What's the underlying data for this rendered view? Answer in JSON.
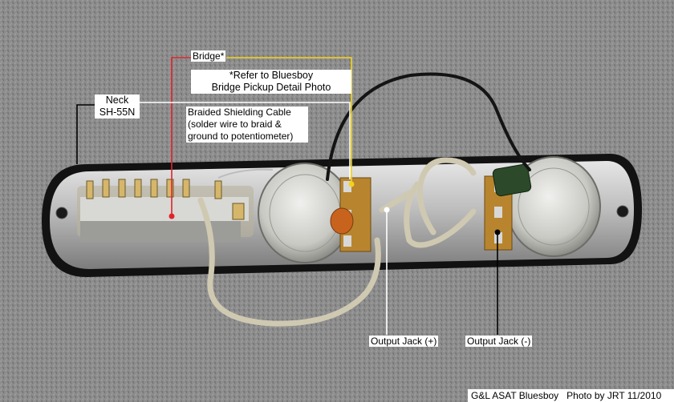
{
  "labels": {
    "bridge": "Bridge*",
    "refer_line1": "*Refer to Bluesboy",
    "refer_line2": "Bridge Pickup Detail Photo",
    "neck_line1": "Neck",
    "neck_line2": "SH-55N",
    "braided_line1": "Braided Shielding Cable",
    "braided_line2": "(solder wire to braid &",
    "braided_line3": "ground to potentiometer)",
    "output_jack_positive": "Output Jack (+)",
    "output_jack_negative": "Output Jack (-)"
  },
  "caption": {
    "title": "G&L ASAT Bluesboy",
    "credit": "Photo by JRT 11/2010"
  },
  "colors": {
    "background_gray": "#8a8a8a",
    "plate_chrome": "#cfcfcf",
    "plate_black": "#111111",
    "wire_cloth": "#cfc9b2",
    "bridge_line": "#e0242a",
    "refer_line": "#f2d21b",
    "neck_line": "#000000",
    "braided_line": "#ffffff",
    "label_bg": "#ffffff"
  },
  "icons": {
    "pickup_selector_switch": "switch-icon",
    "volume_pot": "potentiometer-icon",
    "tone_pot": "potentiometer-icon",
    "capacitor_orange": "capacitor-icon",
    "capacitor_green": "capacitor-icon"
  }
}
